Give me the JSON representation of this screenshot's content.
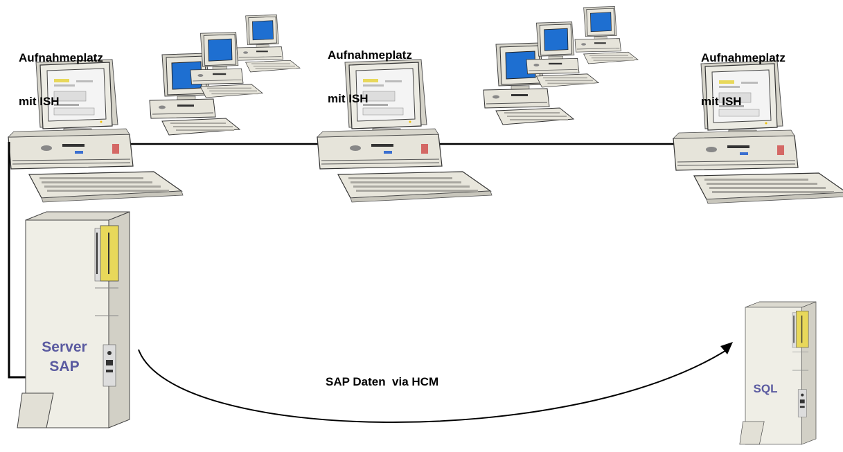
{
  "diagram": {
    "stations": [
      {
        "label_line1": "Aufnahmeplatz",
        "label_line2": "mit ISH"
      },
      {
        "label_line1": "Aufnahmeplatz",
        "label_line2": "mit ISH"
      },
      {
        "label_line1": "Aufnahmeplatz",
        "label_line2": "mit ISH"
      }
    ],
    "server_sap": {
      "line1": "Server",
      "line2": "SAP"
    },
    "server_sql": {
      "label": "SQL"
    },
    "link_label": "SAP Daten  via HCM",
    "colors": {
      "screen_blue": "#1e6fd1",
      "monitor_beige": "#e8e6dc",
      "server_beige": "#efeee6",
      "server_label": "#5a5aa0",
      "accent_yellow": "#e8d85a"
    },
    "icons": [
      "workstation-icon",
      "server-tower-icon",
      "keyboard-icon"
    ]
  }
}
